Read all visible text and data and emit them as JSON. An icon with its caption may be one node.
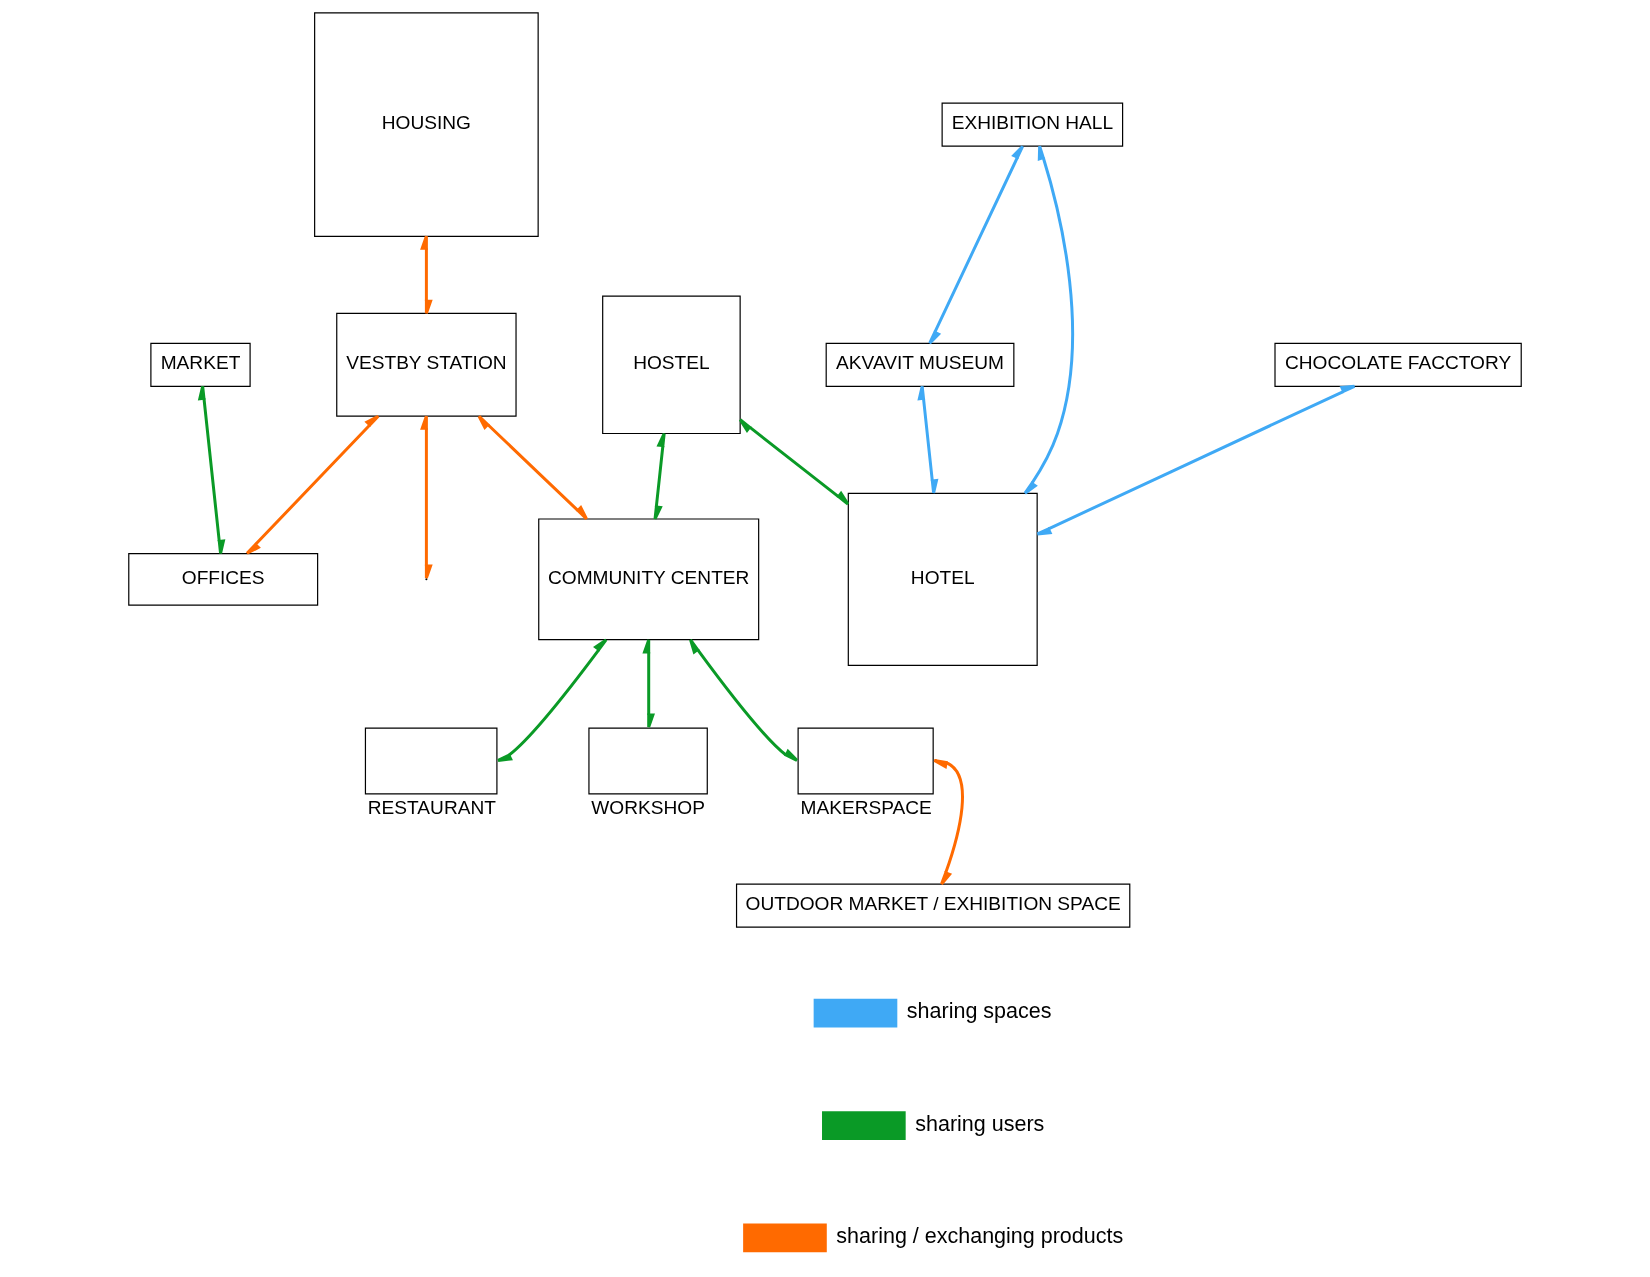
{
  "diagram": {
    "nodes": [
      {
        "text": [
          "HOUSING"
        ]
      },
      {
        "text": [
          "HOSTEL"
        ]
      },
      {
        "text": [
          "EXHIBITION HALL"
        ]
      },
      {
        "text": [
          "AKVAVIT MUSEUM"
        ]
      },
      {
        "text": [
          "CHOCOLATE FACCTORY"
        ]
      },
      {
        "text": [
          "HOTEL"
        ]
      },
      {
        "text": [
          "VESTBY STATION"
        ]
      },
      {
        "text": [
          "COMMUNITY CENTER"
        ]
      },
      {
        "text": [
          "MARKET"
        ]
      },
      {
        "text": [],
        "shape": "box",
        "beside": [
          "RESTAURANT"
        ]
      },
      {
        "text": [],
        "shape": "box",
        "beside": [
          "WORKSHOP"
        ]
      },
      {
        "text": [],
        "shape": "box",
        "beside": [
          "MAKERSPACE"
        ]
      },
      {
        "text": [
          "OUTDOOR MARKET / EXHIBITION SPACE"
        ]
      },
      {
        "text": [
          "OFFICES"
        ]
      }
    ],
    "edges": [
      {
        "from": 0,
        "to": 6,
        "arrow": "both",
        "color": "#ff6a00"
      },
      {
        "from": 6,
        "to": 7,
        "arrow": "both",
        "color": "#ff6a00"
      },
      {
        "from": 6,
        "to": null,
        "arrow": "both",
        "color": "#ff6a00"
      },
      {
        "from": 6,
        "to": 13,
        "arrow": "both",
        "color": "#ff6a00"
      },
      {
        "from": 8,
        "to": 13,
        "arrow": "both"
      },
      {
        "from": 1,
        "to": 7,
        "arrow": "both"
      },
      {
        "from": 1,
        "to": 5,
        "arrow": "both"
      },
      {
        "from": 7,
        "to": 9,
        "arrow": "both"
      },
      {
        "from": 7,
        "to": 10,
        "arrow": "both"
      },
      {
        "from": 7,
        "to": 11,
        "arrow": "both"
      },
      {
        "from": 11,
        "to": 12,
        "arrow": "both",
        "color": "#ff6a00"
      },
      {
        "from": 2,
        "to": 5,
        "arrow": "both",
        "color": "#3fa9f5"
      },
      {
        "from": 3,
        "to": 5,
        "arrow": "both",
        "color": "#3fa9f5"
      },
      {
        "from": 4,
        "to": 5,
        "arrow": "both",
        "color": "#3fa9f5"
      },
      {
        "from": 2,
        "to": 3,
        "arrow": "both",
        "color": "#3fa9f5"
      }
    ],
    "legend": [
      {
        "text": "sharing spaces",
        "color": "#3fa9f5"
      },
      {
        "text": "sharing users",
        "color": "#0a9a26"
      },
      {
        "text": "sharing / exchanging products",
        "color": "#ff6a00"
      }
    ]
  }
}
